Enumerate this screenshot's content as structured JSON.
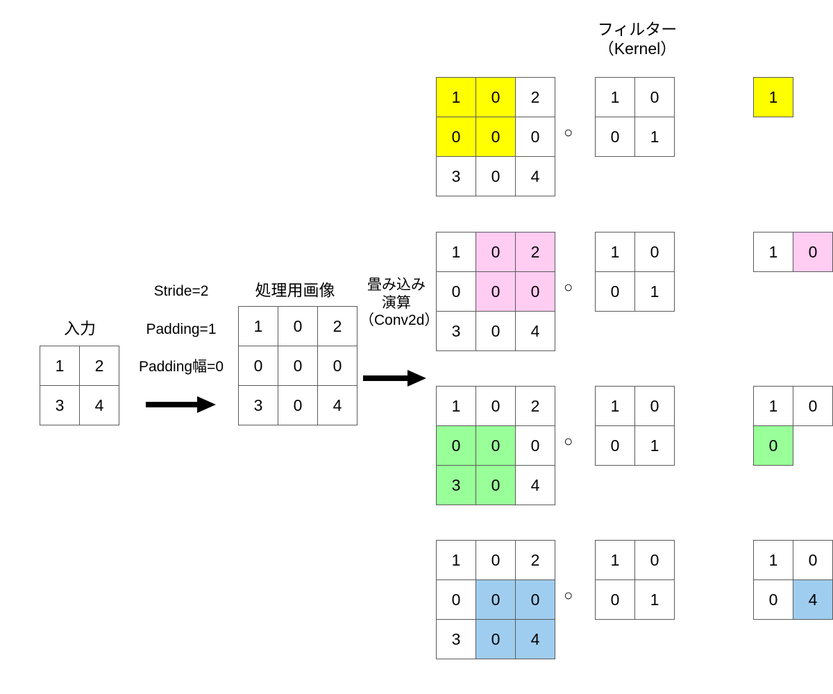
{
  "diagram": {
    "title_note": "Conv2d convolution with stride 2 and padding illustration",
    "labels": {
      "filter_header": "フィルター\n（Kernel）",
      "input": "入力",
      "stride": "Stride=2",
      "padding": "Padding=1",
      "padding_width": "Padding幅=0",
      "processed_image": "処理用画像",
      "conv_op": "畳み込み\n演算\n（Conv2d）"
    },
    "operator_symbol": "○",
    "colors": {
      "yellow": "#ffff00",
      "pink": "#ffccf2",
      "green": "#99ff99",
      "blue": "#9fcdf0",
      "border": "#595959",
      "text": "#000000"
    },
    "input_matrix": {
      "rows": [
        [
          {
            "v": "1"
          },
          {
            "v": "2"
          }
        ],
        [
          {
            "v": "3"
          },
          {
            "v": "4"
          }
        ]
      ]
    },
    "processed_matrix": {
      "rows": [
        [
          {
            "v": "1"
          },
          {
            "v": "0"
          },
          {
            "v": "2"
          }
        ],
        [
          {
            "v": "0"
          },
          {
            "v": "0"
          },
          {
            "v": "0"
          }
        ],
        [
          {
            "v": "3"
          },
          {
            "v": "0"
          },
          {
            "v": "4"
          }
        ]
      ]
    },
    "kernel_matrix": {
      "rows": [
        [
          {
            "v": "1"
          },
          {
            "v": "0"
          }
        ],
        [
          {
            "v": "0"
          },
          {
            "v": "1"
          }
        ]
      ]
    },
    "steps": [
      {
        "name": "step-1-top-left",
        "highlight": "yellow",
        "image": {
          "rows": [
            [
              {
                "v": "1",
                "hl": "yellow"
              },
              {
                "v": "0",
                "hl": "yellow"
              },
              {
                "v": "2"
              }
            ],
            [
              {
                "v": "0",
                "hl": "yellow"
              },
              {
                "v": "0",
                "hl": "yellow"
              },
              {
                "v": "0"
              }
            ],
            [
              {
                "v": "3"
              },
              {
                "v": "0"
              },
              {
                "v": "4"
              }
            ]
          ]
        },
        "kernel": {
          "rows": [
            [
              {
                "v": "1"
              },
              {
                "v": "0"
              }
            ],
            [
              {
                "v": "0"
              },
              {
                "v": "1"
              }
            ]
          ]
        },
        "output": {
          "rows": [
            [
              {
                "v": "1",
                "hl": "yellow"
              },
              {
                "v": "",
                "empty": true
              }
            ],
            [
              {
                "v": "",
                "empty": true
              },
              {
                "v": "",
                "empty": true
              }
            ]
          ]
        }
      },
      {
        "name": "step-2-top-right",
        "highlight": "pink",
        "image": {
          "rows": [
            [
              {
                "v": "1"
              },
              {
                "v": "0",
                "hl": "pink"
              },
              {
                "v": "2",
                "hl": "pink"
              }
            ],
            [
              {
                "v": "0"
              },
              {
                "v": "0",
                "hl": "pink"
              },
              {
                "v": "0",
                "hl": "pink"
              }
            ],
            [
              {
                "v": "3"
              },
              {
                "v": "0"
              },
              {
                "v": "4"
              }
            ]
          ]
        },
        "kernel": {
          "rows": [
            [
              {
                "v": "1"
              },
              {
                "v": "0"
              }
            ],
            [
              {
                "v": "0"
              },
              {
                "v": "1"
              }
            ]
          ]
        },
        "output": {
          "rows": [
            [
              {
                "v": "1"
              },
              {
                "v": "0",
                "hl": "pink"
              }
            ],
            [
              {
                "v": "",
                "empty": true
              },
              {
                "v": "",
                "empty": true
              }
            ]
          ]
        }
      },
      {
        "name": "step-3-bottom-left",
        "highlight": "green",
        "image": {
          "rows": [
            [
              {
                "v": "1"
              },
              {
                "v": "0"
              },
              {
                "v": "2"
              }
            ],
            [
              {
                "v": "0",
                "hl": "green"
              },
              {
                "v": "0",
                "hl": "green"
              },
              {
                "v": "0"
              }
            ],
            [
              {
                "v": "3",
                "hl": "green"
              },
              {
                "v": "0",
                "hl": "green"
              },
              {
                "v": "4"
              }
            ]
          ]
        },
        "kernel": {
          "rows": [
            [
              {
                "v": "1"
              },
              {
                "v": "0"
              }
            ],
            [
              {
                "v": "0"
              },
              {
                "v": "1"
              }
            ]
          ]
        },
        "output": {
          "rows": [
            [
              {
                "v": "1"
              },
              {
                "v": "0"
              }
            ],
            [
              {
                "v": "0",
                "hl": "green"
              },
              {
                "v": "",
                "empty": true
              }
            ]
          ]
        }
      },
      {
        "name": "step-4-bottom-right",
        "highlight": "blue",
        "image": {
          "rows": [
            [
              {
                "v": "1"
              },
              {
                "v": "0"
              },
              {
                "v": "2"
              }
            ],
            [
              {
                "v": "0"
              },
              {
                "v": "0",
                "hl": "blue"
              },
              {
                "v": "0",
                "hl": "blue"
              }
            ],
            [
              {
                "v": "3"
              },
              {
                "v": "0",
                "hl": "blue"
              },
              {
                "v": "4",
                "hl": "blue"
              }
            ]
          ]
        },
        "kernel": {
          "rows": [
            [
              {
                "v": "1"
              },
              {
                "v": "0"
              }
            ],
            [
              {
                "v": "0"
              },
              {
                "v": "1"
              }
            ]
          ]
        },
        "output": {
          "rows": [
            [
              {
                "v": "1"
              },
              {
                "v": "0"
              }
            ],
            [
              {
                "v": "0"
              },
              {
                "v": "4",
                "hl": "blue"
              }
            ]
          ]
        }
      }
    ]
  }
}
